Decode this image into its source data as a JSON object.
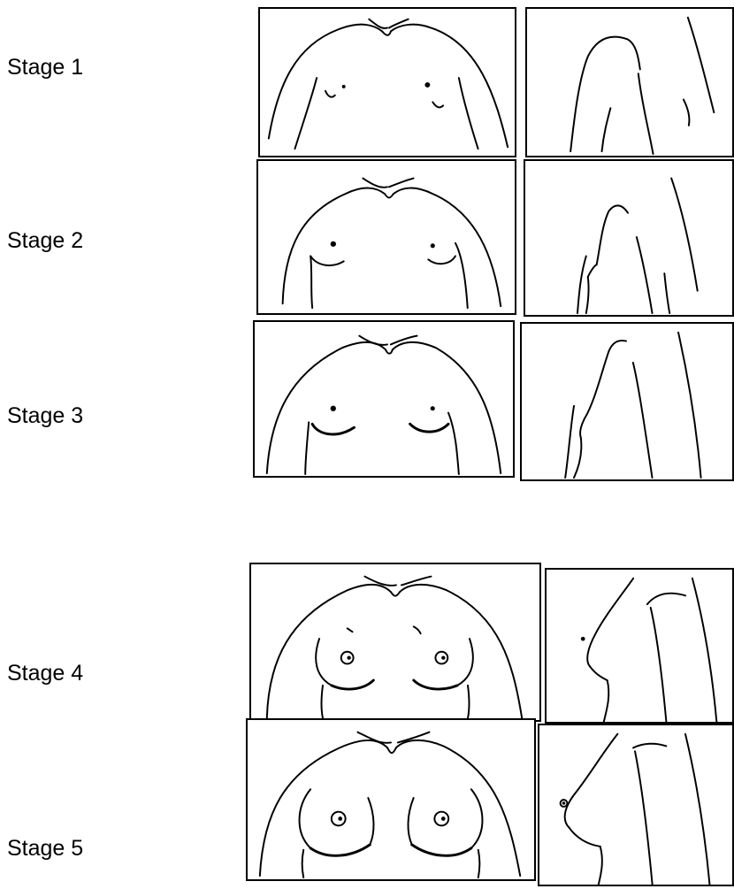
{
  "stages": [
    {
      "label": "Stage 1"
    },
    {
      "label": "Stage 2"
    },
    {
      "label": "Stage 3"
    },
    {
      "label": "Stage 4"
    },
    {
      "label": "Stage 5"
    }
  ],
  "colors": {
    "background": "#ffffff",
    "ink": "#000000"
  }
}
